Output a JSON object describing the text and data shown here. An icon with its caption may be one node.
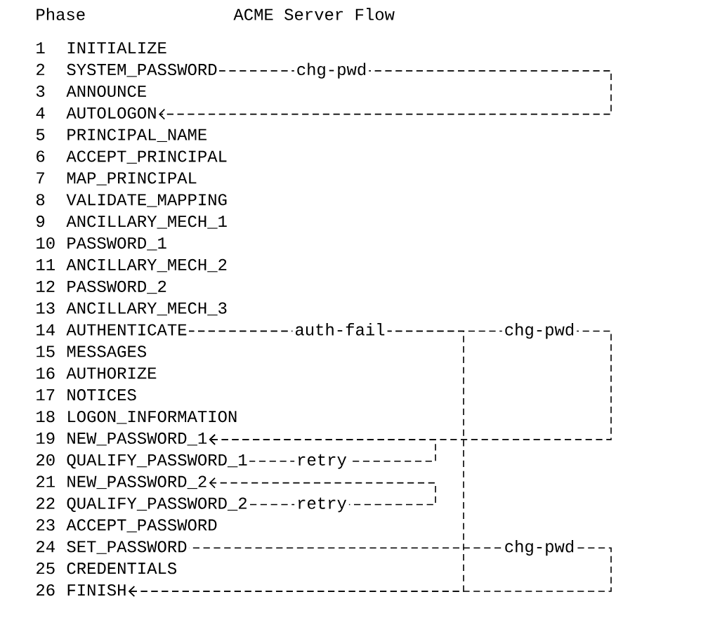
{
  "diagram": {
    "title": "ACME Server Flow",
    "nodes": [
      {
        "text": [
          "INITIALIZE"
        ],
        "beside": [
          "1"
        ]
      },
      {
        "text": [
          "SYSTEM_PASSWORD"
        ],
        "beside": [
          "2"
        ]
      },
      {
        "text": [
          "ANNOUNCE"
        ],
        "beside": [
          "3"
        ]
      },
      {
        "text": [
          "AUTOLOGON"
        ],
        "beside": [
          "4"
        ]
      },
      {
        "text": [
          "PRINCIPAL_NAME"
        ],
        "beside": [
          "5"
        ]
      },
      {
        "text": [
          "ACCEPT_PRINCIPAL"
        ],
        "beside": [
          "6"
        ]
      },
      {
        "text": [
          "MAP_PRINCIPAL"
        ],
        "beside": [
          "7"
        ]
      },
      {
        "text": [
          "VALIDATE_MAPPING"
        ],
        "beside": [
          "8"
        ]
      },
      {
        "text": [
          "ANCILLARY_MECH_1"
        ],
        "beside": [
          "9"
        ]
      },
      {
        "text": [
          "PASSWORD_1"
        ],
        "beside": [
          "10"
        ]
      },
      {
        "text": [
          "ANCILLARY_MECH_2"
        ],
        "beside": [
          "11"
        ]
      },
      {
        "text": [
          "PASSWORD_2"
        ],
        "beside": [
          "12"
        ]
      },
      {
        "text": [
          "ANCILLARY_MECH_3"
        ],
        "beside": [
          "13"
        ]
      },
      {
        "text": [
          "AUTHENTICATE"
        ],
        "beside": [
          "14"
        ]
      },
      {
        "text": [
          "MESSAGES"
        ],
        "beside": [
          "15"
        ]
      },
      {
        "text": [
          "AUTHORIZE"
        ],
        "beside": [
          "16"
        ]
      },
      {
        "text": [
          "NOTICES"
        ],
        "beside": [
          "17"
        ]
      },
      {
        "text": [
          "LOGON_INFORMATION"
        ],
        "beside": [
          "18"
        ]
      },
      {
        "text": [
          "NEW_PASSWORD_1"
        ],
        "beside": [
          "19"
        ]
      },
      {
        "text": [
          "QUALIFY_PASSWORD_1"
        ],
        "beside": [
          "20"
        ]
      },
      {
        "text": [
          "NEW_PASSWORD_2"
        ],
        "beside": [
          "21"
        ]
      },
      {
        "text": [
          "QUALIFY_PASSWORD_2"
        ],
        "beside": [
          "22"
        ]
      },
      {
        "text": [
          "ACCEPT_PASSWORD"
        ],
        "beside": [
          "23"
        ]
      },
      {
        "text": [
          "SET_PASSWORD"
        ],
        "beside": [
          "24"
        ]
      },
      {
        "text": [
          "CREDENTIALS"
        ],
        "beside": [
          "25"
        ]
      },
      {
        "text": [
          "FINISH"
        ],
        "beside": [
          "26"
        ]
      }
    ],
    "edges": [
      {
        "from": 1,
        "to": 3,
        "arrow": "to",
        "label": "chg-pwd"
      },
      {
        "from": 13,
        "to": 25,
        "arrow": "to",
        "label": "auth-fail"
      },
      {
        "from": 13,
        "to": 18,
        "arrow": "to",
        "label": "chg-pwd"
      },
      {
        "from": 19,
        "to": 18,
        "arrow": "to",
        "label": "retry"
      },
      {
        "from": 21,
        "to": 20,
        "arrow": "to",
        "label": "retry"
      },
      {
        "from": 23,
        "to": 25,
        "arrow": "to",
        "label": "chg-pwd"
      }
    ],
    "labels": [
      "Phase"
    ]
  }
}
